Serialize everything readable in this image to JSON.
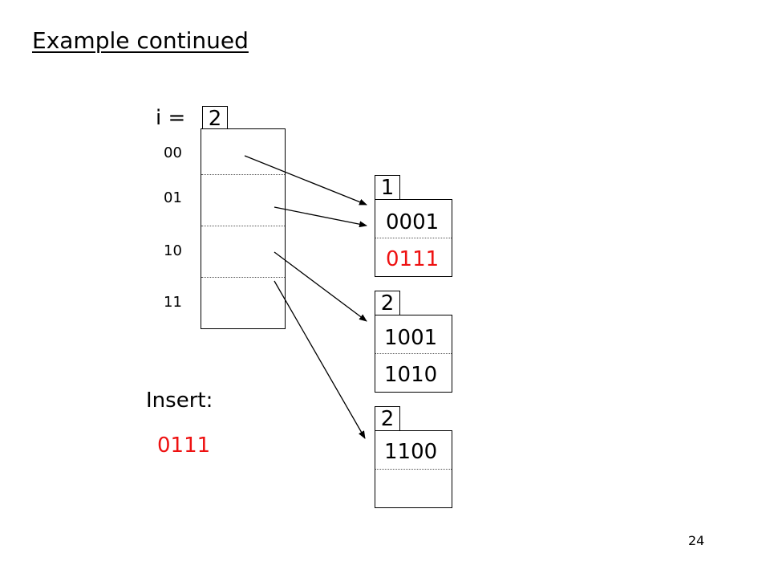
{
  "title": "Example continued",
  "directory": {
    "i_label": "i =",
    "global_depth": "2",
    "entries": [
      "00",
      "01",
      "10",
      "11"
    ]
  },
  "buckets": [
    {
      "local_depth": "1",
      "keys": [
        "0001",
        "0111"
      ]
    },
    {
      "local_depth": "2",
      "keys": [
        "1001",
        "1010"
      ]
    },
    {
      "local_depth": "2",
      "keys": [
        "1100",
        ""
      ]
    }
  ],
  "insert": {
    "label": "Insert:",
    "key": "0111"
  },
  "page_number": "24",
  "colors": {
    "highlight": "#ee1111",
    "line": "#000000"
  }
}
